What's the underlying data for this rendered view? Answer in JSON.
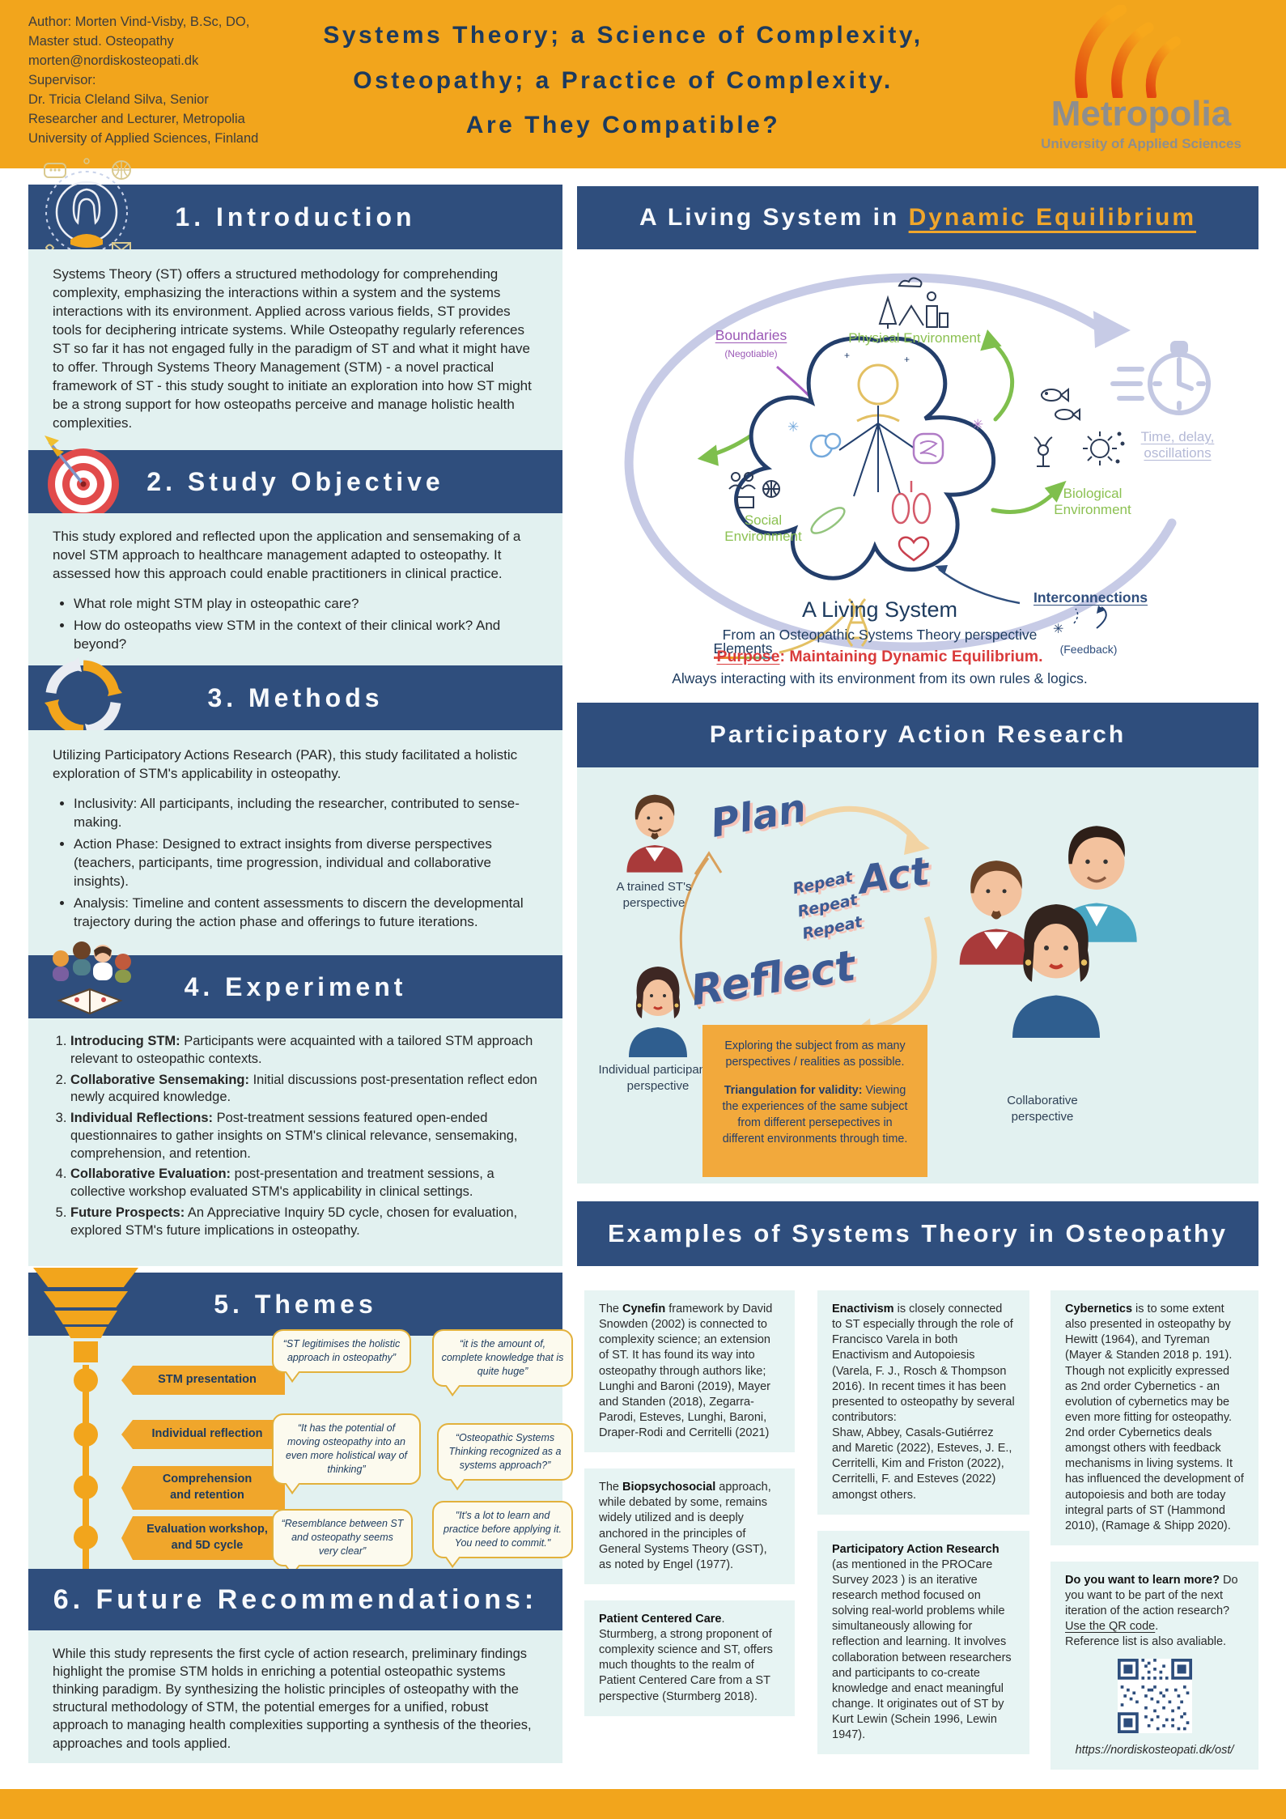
{
  "colors": {
    "orange": "#F2A51C",
    "navy_bar": "#2F4E7D",
    "panel": "#E2F1F0",
    "title_navy": "#1C3A5E",
    "green": "#8CC152",
    "purple": "#9B59B6",
    "red": "#D93B3B",
    "swoosh": "#C7CBE6",
    "quote_border": "#E2B13C"
  },
  "header": {
    "author": "Author: Morten Vind-Visby, B.Sc, DO,\nMaster stud. Osteopathy\nmorten@nordiskosteopati.dk\nSupervisor:\nDr. Tricia Cleland Silva, Senior\nResearcher and Lecturer, Metropolia\nUniversity of Applied Sciences, Finland",
    "title": "Systems Theory; a Science of Complexity,\nOsteopathy; a Practice of Complexity.\nAre They Compatible?",
    "logo_word": "Metropolia",
    "logo_sub": "University of Applied Sciences"
  },
  "intro": {
    "title": "1. Introduction",
    "body": "Systems Theory (ST) offers a structured methodology for comprehending complexity, emphasizing the interactions within a system and the systems interactions with its environment. Applied across various fields, ST provides tools for deciphering intricate systems. While Osteopathy regularly references ST so far it has not engaged fully in the paradigm of ST and what it might have to offer. Through Systems Theory Management (STM) - a novel practical framework of ST - this study sought to initiate an exploration into how ST might be a strong support for how osteopaths perceive and manage holistic health complexities."
  },
  "objective": {
    "title": "2. Study Objective",
    "body": "This study explored and reflected upon the application and sensemaking of a novel STM approach to healthcare management adapted to osteopathy. It assessed how this approach could enable practitioners in clinical practice.",
    "bullets": [
      "What role might STM play in osteopathic care?",
      "How do osteopaths view STM in the context of their clinical work? And beyond?"
    ]
  },
  "methods": {
    "title": "3. Methods",
    "body": "Utilizing Participatory Actions Research (PAR), this study facilitated a holistic exploration of STM's applicability in osteopathy.",
    "bullets": [
      "Inclusivity: All participants, including the researcher, contributed to sense-making.",
      "Action Phase: Designed to extract insights from diverse perspectives (teachers, participants, time progression, individual and collaborative insights).",
      "Analysis: Timeline and content assessments to discern the developmental trajectory during the action phase and offerings to future iterations."
    ]
  },
  "experiment": {
    "title": "4. Experiment",
    "items": [
      {
        "b": "Introducing STM:",
        "t": " Participants were acquainted with a tailored STM approach relevant to osteopathic contexts."
      },
      {
        "b": "Collaborative Sensemaking:",
        "t": " Initial discussions post-presentation reflect edon newly acquired knowledge."
      },
      {
        "b": "Individual Reflections:",
        "t": " Post-treatment sessions featured open-ended questionnaires to gather insights on STM's clinical relevance, sensemaking, comprehension, and retention."
      },
      {
        "b": "Collaborative Evaluation:",
        "t": " post-presentation and treatment sessions, a collective workshop evaluated STM's applicability in clinical settings."
      },
      {
        "b": "Future Prospects:",
        "t": " An Appreciative Inquiry 5D cycle, chosen for evaluation, explored STM's future implications in osteopathy."
      }
    ]
  },
  "themes": {
    "title": "5. Themes",
    "stages": [
      "STM presentation",
      "Individual reflection",
      "Comprehension\nand retention",
      "Evaluation workshop,\nand 5D cycle"
    ],
    "quotes": [
      "“ST legitimises the holistic approach in osteopathy”",
      "“it is the amount of, complete knowledge that is quite huge”",
      "“It has the potential of moving osteopathy into an even more holistical way of thinking”",
      "“Osteopathic Systems Thinking recognized as a systems approach?”",
      "“Resemblance between ST and osteopathy seems very clear”",
      "\"It's a lot to learn and practice before applying it. You need to commit.\""
    ]
  },
  "future": {
    "title": "6. Future Recommendations:",
    "body": "While this study represents the first cycle of action research, preliminary findings highlight the promise STM holds in enriching a potential osteopathic systems thinking paradigm. By synthesizing the holistic principles of osteopathy with the structural methodology of STM, the potential emerges for a unified, robust approach to managing health complexities supporting a synthesis of the theories, approaches and tools applied."
  },
  "living": {
    "title_pre": "A Living System in ",
    "title_hl": "Dynamic Equilibrium",
    "boundaries": "Boundaries",
    "negotiable": "(Negotiable)",
    "physical": "Physical Environment",
    "social": "Social\nEnvironment",
    "biological": "Biological\nEnvironment",
    "interconnections": "Interconnections",
    "feedback": "(Feedback)",
    "elements": "Elements",
    "time": "Time, delay,\noscillations",
    "cap1": "A Living System",
    "cap2": "From an Osteopathic Systems Theory perspective",
    "purpose_label": "Purpose",
    "purpose_rest": ": Maintaining  Dynamic Equilibrium.",
    "cap3": "Always interacting with its environment from its own rules & logics."
  },
  "par": {
    "title": "Participatory Action Research",
    "plan": "Plan",
    "act": "Act",
    "reflect": "Reflect",
    "repeat": "Repeat\nRepeat\nRepeat",
    "cap_trained": "A trained ST's\nperspective",
    "cap_individual": "Individual participant's\nperspective",
    "cap_collab": "Collaborative\nperspective",
    "box_line1": "Exploring the subject from as many perspectives / realities as possible.",
    "box_bold": "Triangulation for validity:",
    "box_rest": " Viewing the experiences of the same subject from different persepectives in different environments through time."
  },
  "examples": {
    "title": "Examples of Systems Theory in Osteopathy",
    "c1a_pre": "The ",
    "c1a_b": "Cynefin",
    "c1a_t": " framework by David Snowden (2002) is connected to complexity science; an extension of ST. It has found its way into osteopathy through authors like; Lunghi and Baroni (2019), Mayer and Standen (2018), Zegarra-Parodi, Esteves, Lunghi, Baroni, Draper-Rodi and Cerritelli (2021)",
    "c1b_pre": "The ",
    "c1b_b": "Biopsychosocial",
    "c1b_t": " approach, while debated by some, remains widely utilized and is deeply anchored in the principles of General Systems Theory (GST), as noted by Engel (1977).",
    "c1c_b": "Patient Centered Care",
    "c1c_t": ".\nSturmberg, a strong proponent of complexity science and ST, offers much thoughts to the realm of Patient Centered Care from a ST perspective (Sturmberg 2018).",
    "c2a_b": "Enactivism",
    "c2a_t": " is closely connected to ST especially through the role of Francisco Varela in both Enactivism and Autopoiesis (Varela, F. J., Rosch & Thompson 2016). In recent times it has been presented to osteopathy by several contributors:\nShaw, Abbey, Casals-Gutiérrez and Maretic (2022), Esteves, J. E., Cerritelli, Kim and Friston (2022), Cerritelli, F. and Esteves (2022) amongst others.",
    "c2b_b": "Participatory Action Research",
    "c2b_t": " (as mentioned in the PROCare Survey 2023 ) is an iterative research method focused on solving real-world problems while simultaneously allowing for reflection and learning. It involves collaboration between researchers and participants to co-create knowledge and enact meaningful change. It originates out of ST by Kurt Lewin (Schein 1996, Lewin 1947).",
    "c3a_b": "Cybernetics",
    "c3a_t": " is to some extent also presented in osteopathy by Hewitt (1964), and Tyreman (Mayer & Standen 2018 p. 191). Though not explicitly expressed as 2nd order Cybernetics - an evolution of cybernetics may be even more fitting for osteopathy. 2nd order Cybernetics deals amongst others with feedback mechanisms in living systems. It has influenced the development of autopoiesis and both are today integral parts of ST (Hammond 2010), (Ramage & Shipp 2020).",
    "c3b_b": "Do you want to learn more?",
    "c3b_t": " Do you want to be part of the next iteration of the action research?",
    "c3b_link": "Use the QR code",
    "c3b_dot": ".",
    "c3b_t2": "Reference list is also avaliable.",
    "qr_url": "https://nordiskosteopati.dk/ost/"
  }
}
